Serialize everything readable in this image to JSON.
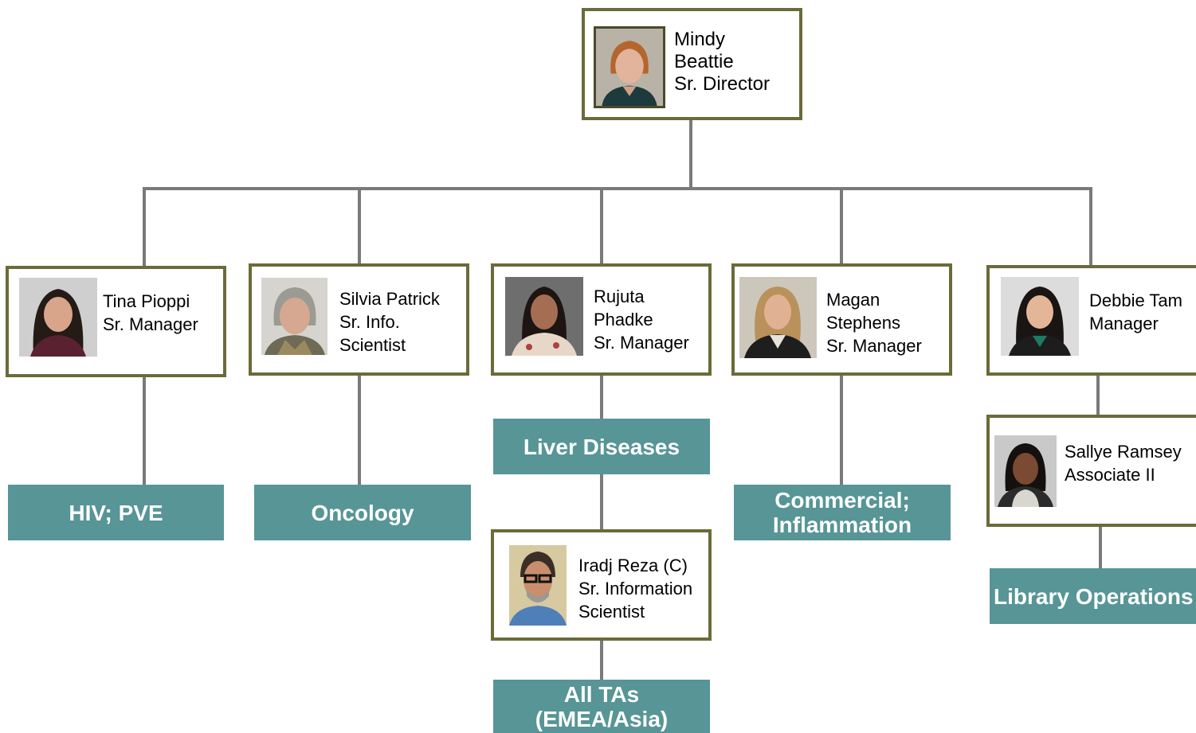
{
  "director": {
    "first": "Mindy",
    "last": "Beattie",
    "title": "Sr. Director"
  },
  "managers": [
    {
      "name": "Tina Pioppi",
      "title": "Sr. Manager",
      "team": "HIV; PVE"
    },
    {
      "name": "Silvia Patrick",
      "title1": "Sr. Info.",
      "title2": "Scientist",
      "team": "Oncology"
    },
    {
      "first": "Rujuta",
      "last": "Phadke",
      "title": "Sr. Manager",
      "team": "Liver Diseases"
    },
    {
      "first": "Magan",
      "last": "Stephens",
      "title": "Sr. Manager",
      "team1": "Commercial;",
      "team2": "Inflammation"
    },
    {
      "name": "Debbie Tam",
      "title": "Manager"
    }
  ],
  "reports": {
    "iradj": {
      "name": "Iradj Reza (C)",
      "title1": "Sr. Information",
      "title2": "Scientist",
      "team1": "All TAs",
      "team2": "(EMEA/Asia)"
    },
    "sallye": {
      "name": "Sallye Ramsey",
      "title": "Associate II",
      "team": "Library Operations"
    }
  },
  "colors": {
    "card_border": "#6b6b3a",
    "team_fill": "#579596",
    "connector": "#7a7a7a"
  }
}
